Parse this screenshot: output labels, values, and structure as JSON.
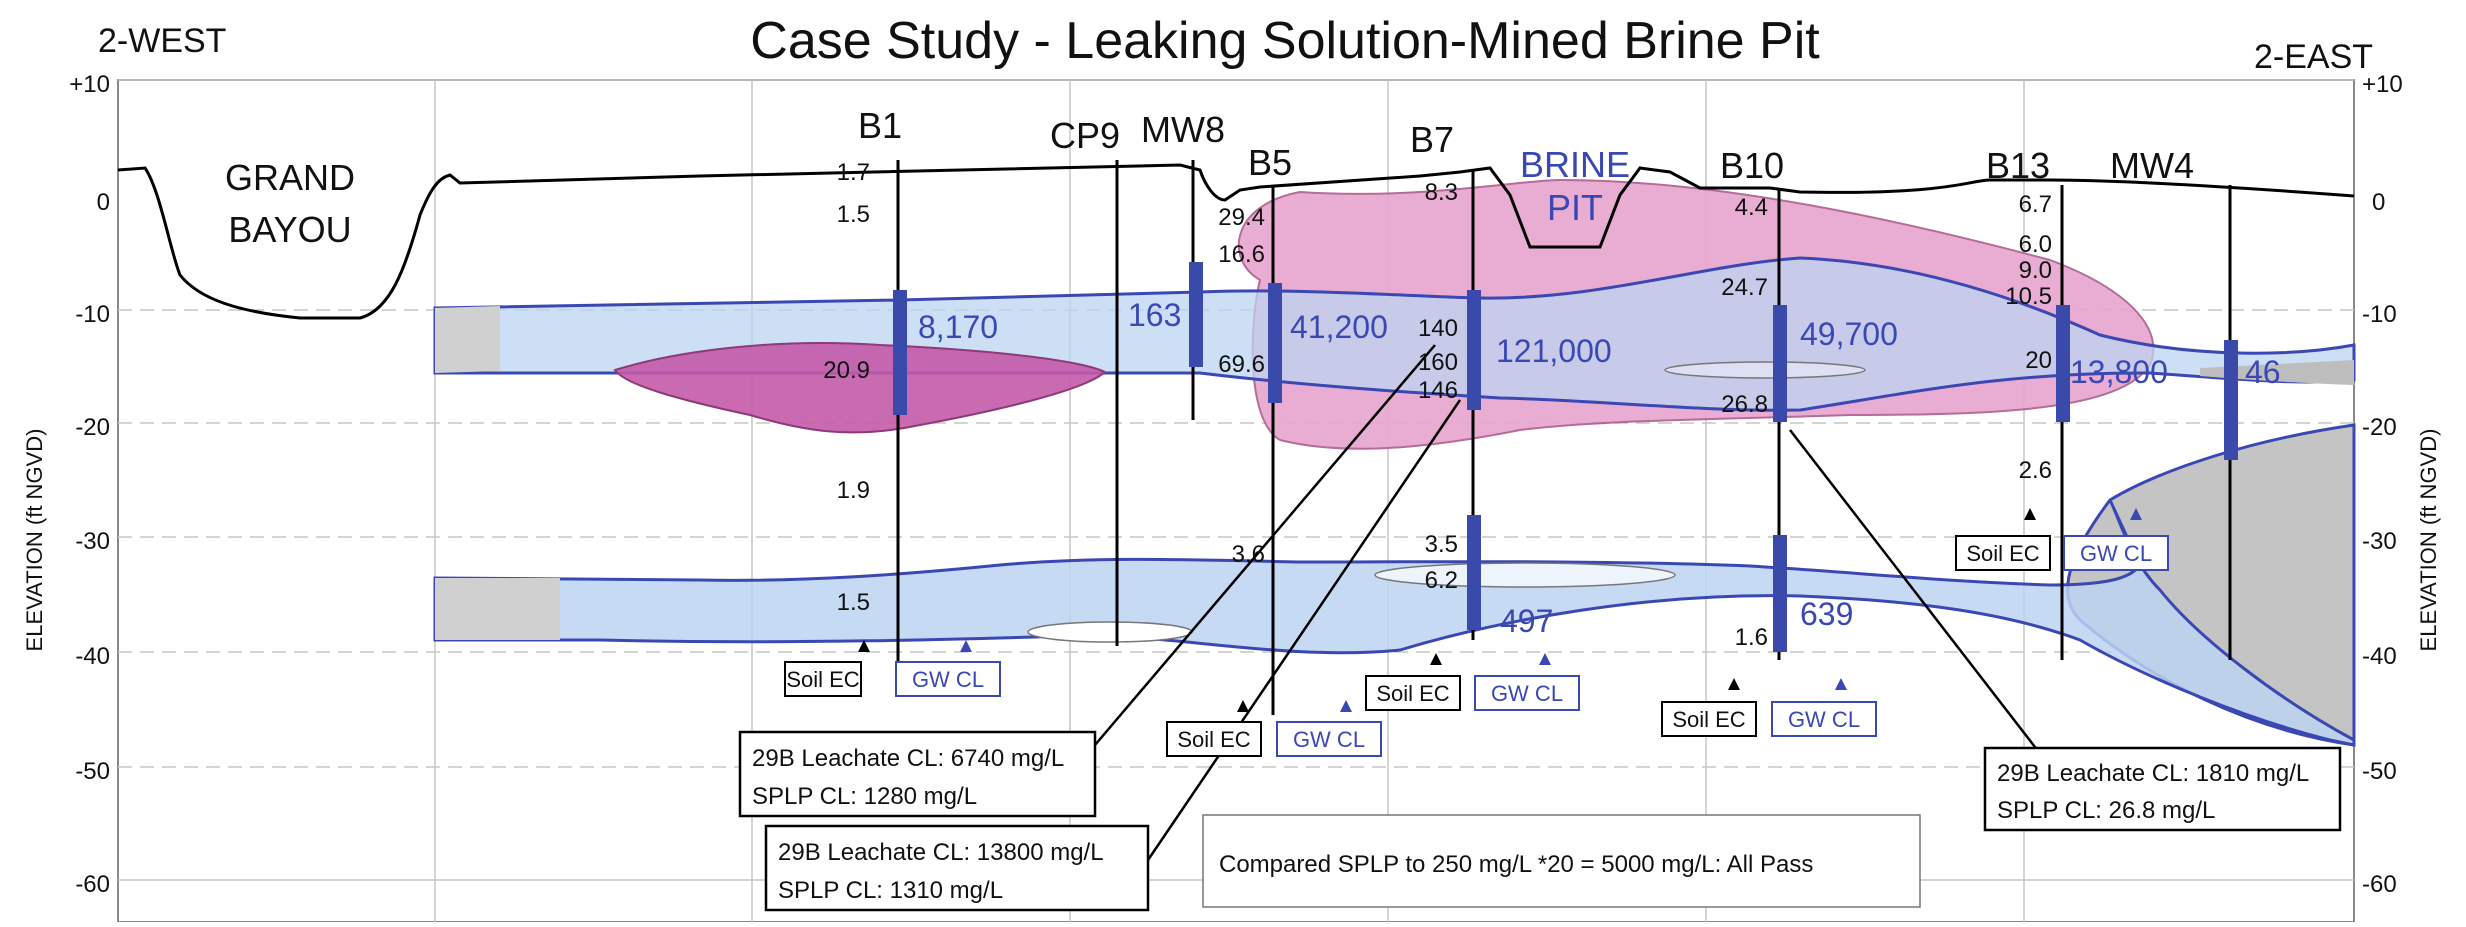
{
  "title": "Case Study -  Leaking Solution-Mined Brine Pit",
  "left_end": "2-WEST",
  "right_end": "2-EAST",
  "y_axis": {
    "label": "ELEVATION (ft NGVD)",
    "ticks": [
      "+10",
      "0",
      "-10",
      "-20",
      "-30",
      "-40",
      "-50",
      "-60"
    ]
  },
  "features": {
    "grand_bayou_line1": "GRAND",
    "grand_bayou_line2": "BAYOU",
    "brine_pit_line1": "BRINE",
    "brine_pit_line2": "PIT"
  },
  "wells": [
    {
      "id": "B1"
    },
    {
      "id": "CP9"
    },
    {
      "id": "MW8"
    },
    {
      "id": "B5"
    },
    {
      "id": "B7"
    },
    {
      "id": "B10"
    },
    {
      "id": "B13"
    },
    {
      "id": "MW4"
    }
  ],
  "concentrations": {
    "b1": "8,170",
    "mw8": "163",
    "b5": "41,200",
    "b7": "121,000",
    "b10": "49,700",
    "b13": "13,800",
    "mw4": "46",
    "b7_lower": "497",
    "b10_lower": "639"
  },
  "soil_values": {
    "b1_a": "1.7",
    "b1_b": "1.5",
    "b1_c": "20.9",
    "b1_d": "1.9",
    "b1_e": "1.5",
    "b5_a": "29.4",
    "b5_b": "16.6",
    "b5_c": "69.6",
    "b5_d": "3.6",
    "b7_a": "8.3",
    "b7_b": "140",
    "b7_c": "160",
    "b7_d": "146",
    "b7_e": "3.5",
    "b7_f": "6.2",
    "b10_a": "4.4",
    "b10_b": "24.7",
    "b10_c": "26.8",
    "b10_d": "1.6",
    "b13_a": "6.7",
    "b13_b": "6.0",
    "b13_c": "9.0",
    "b13_d": "10.5",
    "b13_e": "20",
    "b13_f": "2.6"
  },
  "markers": {
    "soil": "Soil EC",
    "gw": "GW CL"
  },
  "callouts": {
    "c1_line1": "29B Leachate CL: 6740 mg/L",
    "c1_line2": "SPLP CL: 1280 mg/L",
    "c2_line1": "29B Leachate CL: 13800 mg/L",
    "c2_line2": "SPLP CL: 1310 mg/L",
    "c3_line1": "29B Leachate CL: 1810 mg/L",
    "c3_line2": "SPLP CL: 26.8 mg/L",
    "note": "Compared SPLP to 250 mg/L *20 = 5000 mg/L: All Pass"
  },
  "colors": {
    "aquifer_fill": "#d3e4f7",
    "aquifer_stroke": "#3a48b4",
    "plume_pink": "#e8a6cf",
    "plume_magenta": "#c45aa8",
    "gray_fill": "#d0d0d0",
    "screen_blue": "#3a4aaa",
    "grid": "#bfbfbf"
  }
}
